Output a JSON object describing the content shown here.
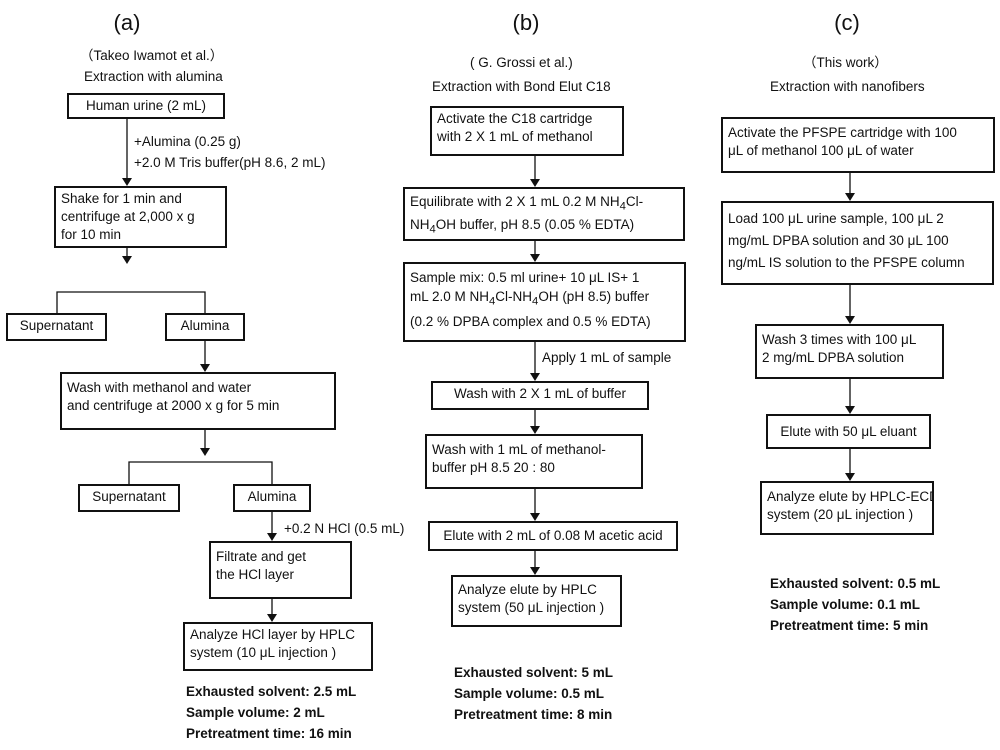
{
  "panel_a": {
    "letter": "(a)",
    "author": "（Takeo Iwamot et al.）",
    "subtitle": "Extraction with alumina",
    "step_urine": "Human urine (2 mL)",
    "reagent_1": "+Alumina (0.25 g)",
    "reagent_2": "+2.0 M Tris buffer(pH 8.6, 2 mL)",
    "step_shake": [
      "Shake for 1 min and",
      "centrifuge at 2,000 x g",
      "for 10 min"
    ],
    "supernatant_1": "Supernatant",
    "alumina_1": "Alumina",
    "step_wash": [
      "Wash with methanol and water",
      "and centrifuge at 2000 x g for 5 min"
    ],
    "supernatant_2": "Supernatant",
    "alumina_2": "Alumina",
    "reagent_hcl": "+0.2 N HCl (0.5 mL)",
    "step_filtrate": [
      "Filtrate and get",
      "the HCl layer"
    ],
    "step_analyze": [
      "Analyze HCl layer by HPLC",
      "system (10 μL injection )"
    ],
    "stats": [
      "Exhausted solvent: 2.5 mL",
      "Sample volume: 2 mL",
      "Pretreatment time: 16 min"
    ]
  },
  "panel_b": {
    "letter": "(b)",
    "author": "( G. Grossi et al.)",
    "subtitle": "Extraction with Bond Elut C18",
    "step_activate": [
      "Activate the  C18 cartridge",
      "with 2 X 1 mL of methanol"
    ],
    "step_equilibrate_1": "Equilibrate with 2 X 1 mL 0.2 M NH",
    "step_equilibrate_1b": "Cl-",
    "step_equilibrate_2a": "NH",
    "step_equilibrate_2b": "OH buffer, pH 8.5 (0.05 % EDTA)",
    "subscript_4": "4",
    "step_mix_1": "Sample mix: 0.5 ml urine+ 10 μL  IS+ 1",
    "step_mix_2a": "mL  2.0 M NH",
    "step_mix_2b": "Cl-NH",
    "step_mix_2c": "OH (pH 8.5) buffer",
    "step_mix_3": "(0.2 % DPBA complex  and 0.5 % EDTA)",
    "apply_label": "Apply 1 mL of sample",
    "step_wash_buffer": "Wash with 2 X 1 mL of buffer",
    "step_wash_methanol": [
      "Wash with 1 mL of methanol-",
      "buffer pH 8.5 20 : 80"
    ],
    "step_elute": "Elute with 2 mL of 0.08 M acetic acid",
    "step_analyze": [
      "Analyze elute by HPLC",
      "system (50 μL injection )"
    ],
    "stats": [
      "Exhausted solvent: 5 mL",
      "Sample volume: 0.5 mL",
      "Pretreatment time: 8 min"
    ]
  },
  "panel_c": {
    "letter": "(c)",
    "author": "（This work）",
    "subtitle": "Extraction with nanofibers",
    "step_activate": [
      "Activate the PFSPE cartridge with 100",
      "μL of methanol  100 μL of water"
    ],
    "step_load": [
      "Load 100 μL urine sample, 100 μL 2",
      "mg/mL DPBA solution and 30 μL 100",
      "ng/mL IS solution to the PFSPE column"
    ],
    "step_wash": [
      "Wash 3 times with 100 μL",
      "2 mg/mL DPBA solution"
    ],
    "step_elute": "Elute with 50 μL eluant",
    "step_analyze": [
      "Analyze elute by HPLC-ECD",
      "system (20 μL injection )"
    ],
    "stats": [
      "Exhausted solvent: 0.5 mL",
      "Sample volume: 0.1 mL",
      "Pretreatment time: 5 min"
    ]
  }
}
